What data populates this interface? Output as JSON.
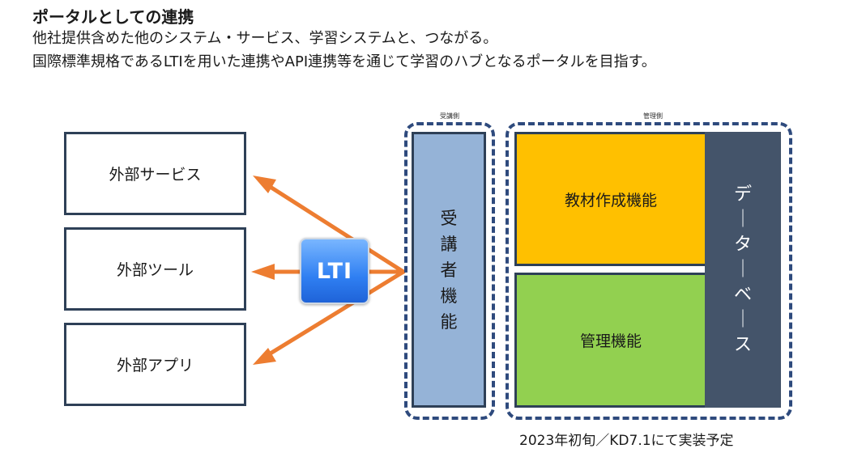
{
  "header": {
    "title": "ポータルとしての連携",
    "line1": "他社提供含めた他のシステム・サービス、学習システムと、つながる。",
    "line2": "国際標準規格であるLTIを用いた連携やAPI連携等を通じて学習のハブとなるポータルを目指す。"
  },
  "external": {
    "services": "外部サービス",
    "tools": "外部ツール",
    "apps": "外部アプリ"
  },
  "lti": {
    "label": "LTI"
  },
  "groups": {
    "learner_side": "受講側",
    "admin_side": "管理側"
  },
  "modules": {
    "receiver": [
      "受",
      "講",
      "者",
      "機",
      "能"
    ],
    "material": "教材作成機能",
    "management": "管理機能",
    "database": [
      "デ",
      "｜",
      "タ",
      "｜",
      "ベ",
      "｜",
      "ス"
    ]
  },
  "footer": {
    "note": "2023年初旬／KD7.1にて実装予定"
  },
  "colors": {
    "arrow": "#ed7d31",
    "receiver": "#95b3d7",
    "material": "#ffc000",
    "management": "#92d050",
    "database": "#44546a",
    "dash": "#2e4a7d"
  }
}
